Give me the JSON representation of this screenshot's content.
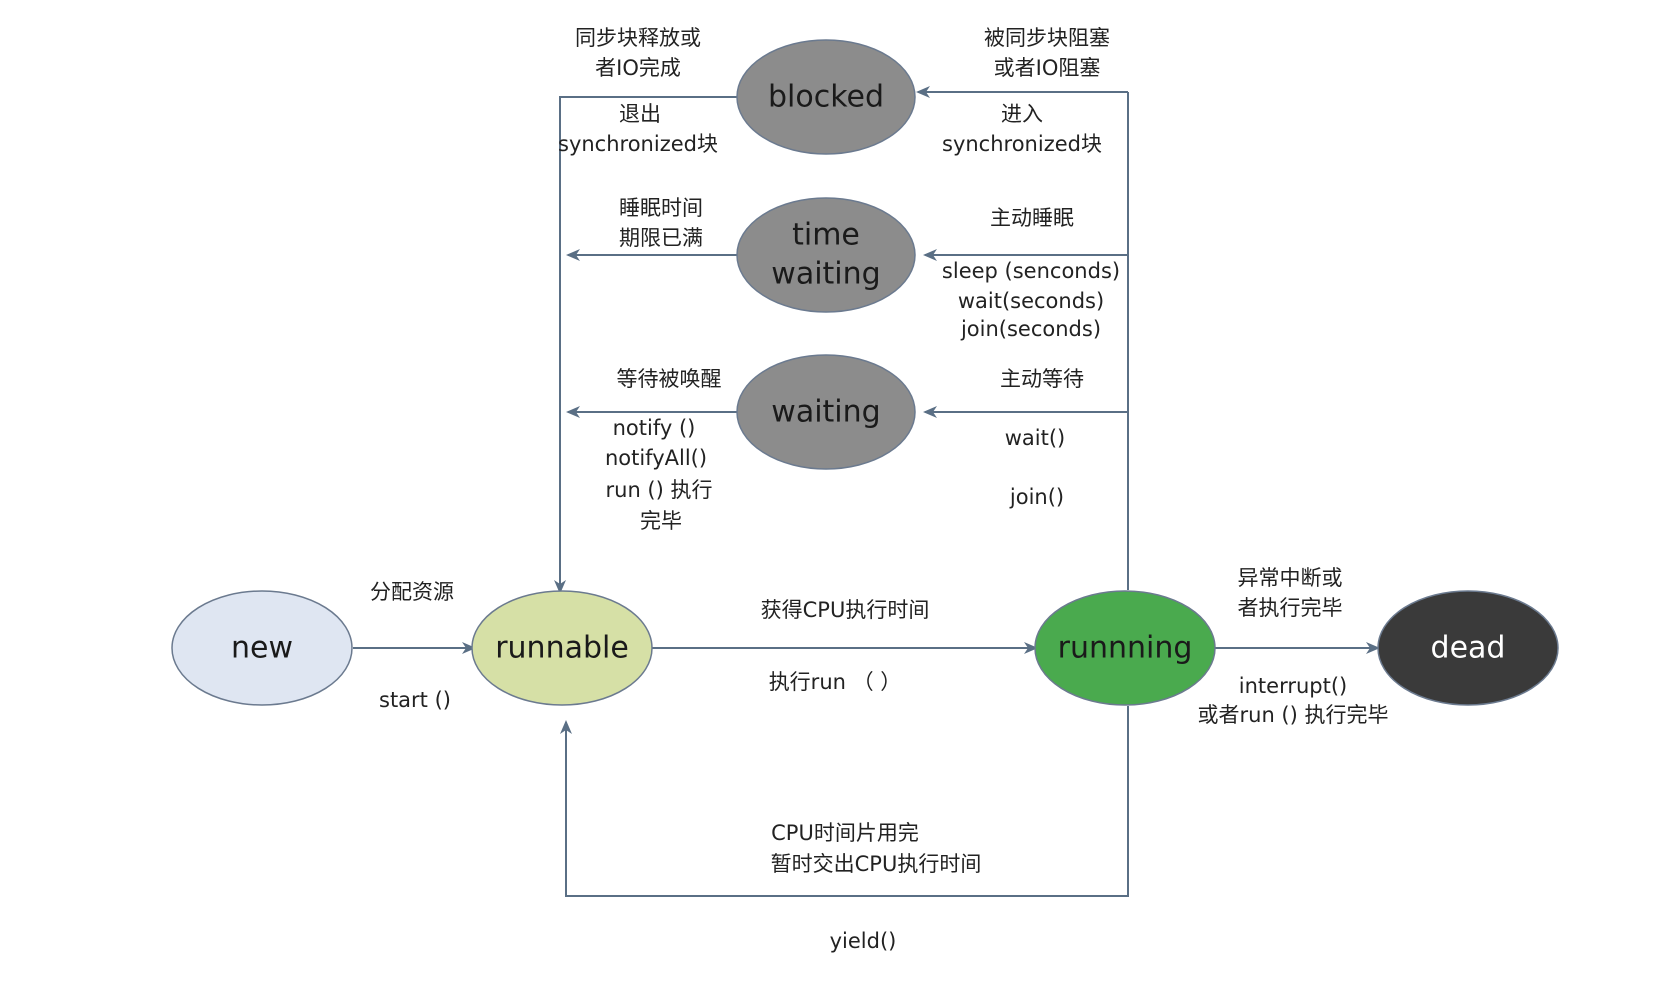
{
  "colors": {
    "edge": "#5a6f85",
    "node_new": "#dfe6f2",
    "node_runnable": "#d6e0a6",
    "node_running": "#4aaa4e",
    "node_dead": "#3a3a3a",
    "node_blocked": "#8c8c8c",
    "text_dark": "#1a1a1a",
    "text_light": "#ffffff"
  },
  "nodes": {
    "new": "new",
    "runnable": "runnable",
    "running": "runnning",
    "dead": "dead",
    "blocked": "blocked",
    "time_waiting_line1": "time",
    "time_waiting_line2": "waiting",
    "waiting": "waiting"
  },
  "edges": {
    "new_to_runnable": {
      "above": "分配资源",
      "below": "start ()"
    },
    "runnable_to_running": {
      "above": "获得CPU执行时间",
      "below": "执行run （ ）"
    },
    "running_to_dead": {
      "above_line1": "异常中断或",
      "above_line2": "者执行完毕",
      "below_line1": "interrupt()",
      "below_line2": "或者run () 执行完毕"
    },
    "running_to_runnable": {
      "line1": "CPU时间片用完",
      "line2": "暂时交出CPU执行时间",
      "method": "yield()"
    },
    "running_to_blocked": {
      "above_line1": "被同步块阻塞",
      "above_line2": "或者IO阻塞",
      "below_line1": "进入",
      "below_line2": "synchronized块"
    },
    "blocked_to_runnable": {
      "above_line1": "同步块释放或",
      "above_line2": "者IO完成",
      "below_line1": "退出",
      "below_line2": "synchronized块"
    },
    "running_to_time_waiting": {
      "above": "主动睡眠",
      "below_line1": "sleep (senconds)",
      "below_line2": "wait(seconds)",
      "below_line3": "join(seconds)"
    },
    "time_waiting_to_runnable": {
      "above_line1": "睡眠时间",
      "above_line2": "期限已满"
    },
    "running_to_waiting": {
      "above": "主动等待",
      "below_line1": "wait()",
      "below_line2": "join()"
    },
    "waiting_to_runnable": {
      "above": "等待被唤醒",
      "below_line1": "notify ()",
      "below_line2": "notifyAll()",
      "below_line3": "run () 执行",
      "below_line4": "完毕"
    }
  }
}
